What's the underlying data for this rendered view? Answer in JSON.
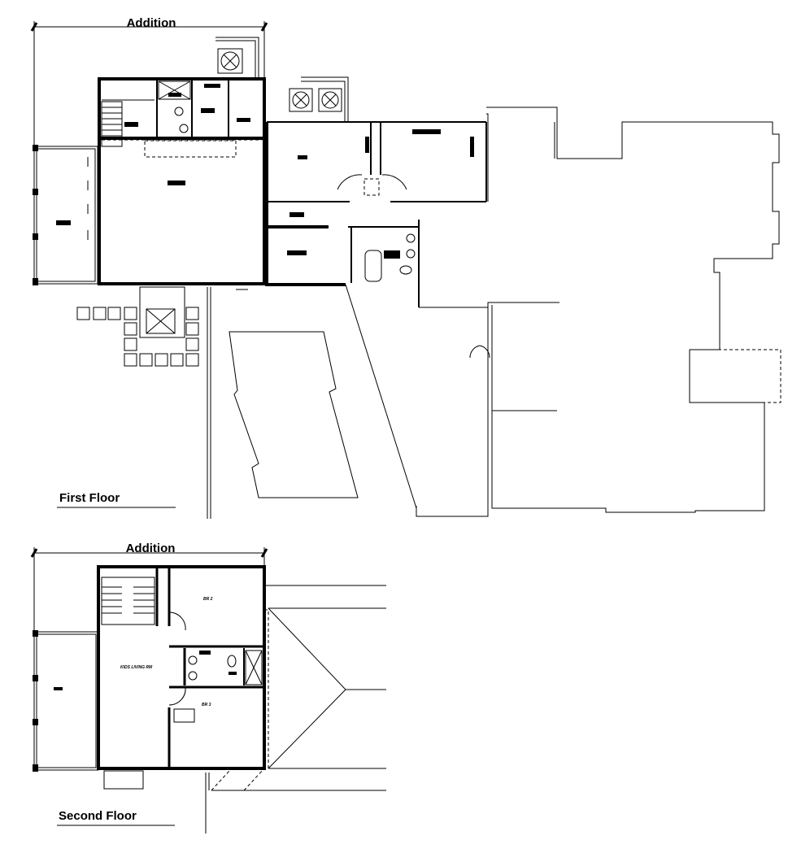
{
  "first_floor": {
    "addition_label": "Addition",
    "title": "First Floor"
  },
  "second_floor": {
    "addition_label": "Addition",
    "title": "Second Floor",
    "rooms": {
      "bedroom_2": "BR 2",
      "bedroom_3": "BR 3",
      "living": "KIDS LIVING RM"
    }
  },
  "colors": {
    "line": "#000000",
    "background": "#ffffff"
  }
}
